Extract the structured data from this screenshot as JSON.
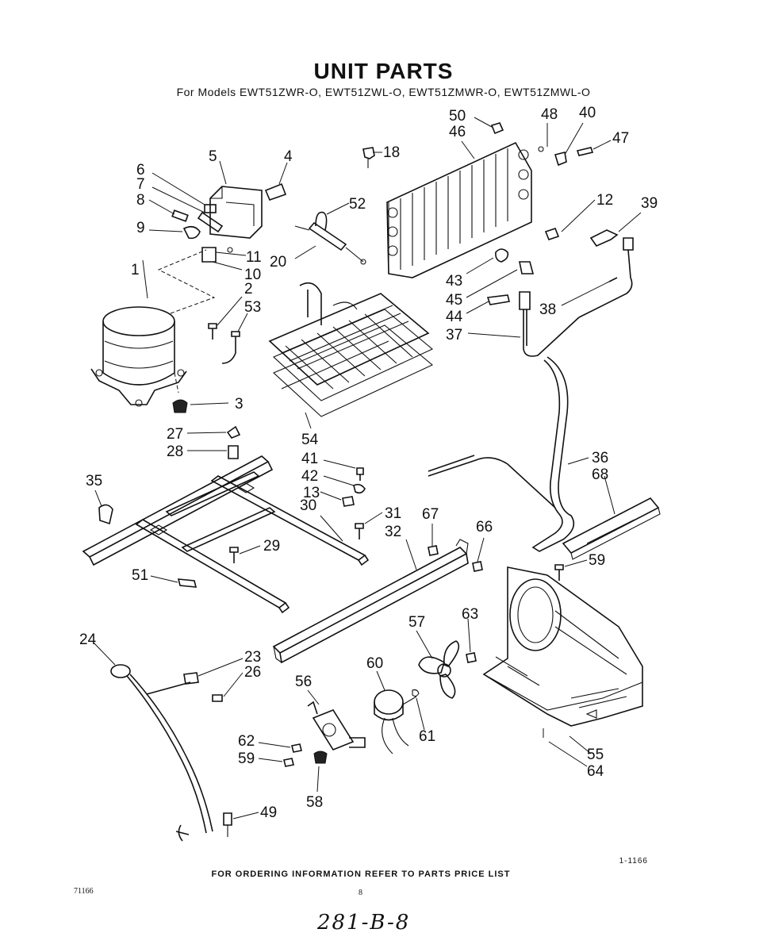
{
  "header": {
    "title": "UNIT PARTS",
    "subtitle": "For Models EWT51ZWR-O, EWT51ZWL-O, EWT51ZMWR-O, EWT51ZMWL-O"
  },
  "callouts": [
    {
      "id": "1"
    },
    {
      "id": "2"
    },
    {
      "id": "3"
    },
    {
      "id": "4"
    },
    {
      "id": "5"
    },
    {
      "id": "6"
    },
    {
      "id": "7"
    },
    {
      "id": "8"
    },
    {
      "id": "9"
    },
    {
      "id": "10"
    },
    {
      "id": "11"
    },
    {
      "id": "12"
    },
    {
      "id": "13"
    },
    {
      "id": "18"
    },
    {
      "id": "20"
    },
    {
      "id": "23"
    },
    {
      "id": "24"
    },
    {
      "id": "26"
    },
    {
      "id": "27"
    },
    {
      "id": "28"
    },
    {
      "id": "29"
    },
    {
      "id": "30"
    },
    {
      "id": "31"
    },
    {
      "id": "32"
    },
    {
      "id": "35"
    },
    {
      "id": "36"
    },
    {
      "id": "37"
    },
    {
      "id": "38"
    },
    {
      "id": "39"
    },
    {
      "id": "40"
    },
    {
      "id": "41"
    },
    {
      "id": "42"
    },
    {
      "id": "43"
    },
    {
      "id": "44"
    },
    {
      "id": "45"
    },
    {
      "id": "46"
    },
    {
      "id": "47"
    },
    {
      "id": "48"
    },
    {
      "id": "49"
    },
    {
      "id": "50"
    },
    {
      "id": "51"
    },
    {
      "id": "52"
    },
    {
      "id": "53"
    },
    {
      "id": "54"
    },
    {
      "id": "55"
    },
    {
      "id": "56"
    },
    {
      "id": "57"
    },
    {
      "id": "58"
    },
    {
      "id": "59"
    },
    {
      "id": "59"
    },
    {
      "id": "60"
    },
    {
      "id": "61"
    },
    {
      "id": "62"
    },
    {
      "id": "63"
    },
    {
      "id": "64"
    },
    {
      "id": "66"
    },
    {
      "id": "67"
    },
    {
      "id": "68"
    }
  ],
  "footer": {
    "ordering_note": "FOR ORDERING INFORMATION REFER TO PARTS PRICE LIST",
    "figure_code": "1-1166",
    "doc_code": "71166",
    "page_number": "8",
    "handwritten_note": "281-B-8"
  }
}
